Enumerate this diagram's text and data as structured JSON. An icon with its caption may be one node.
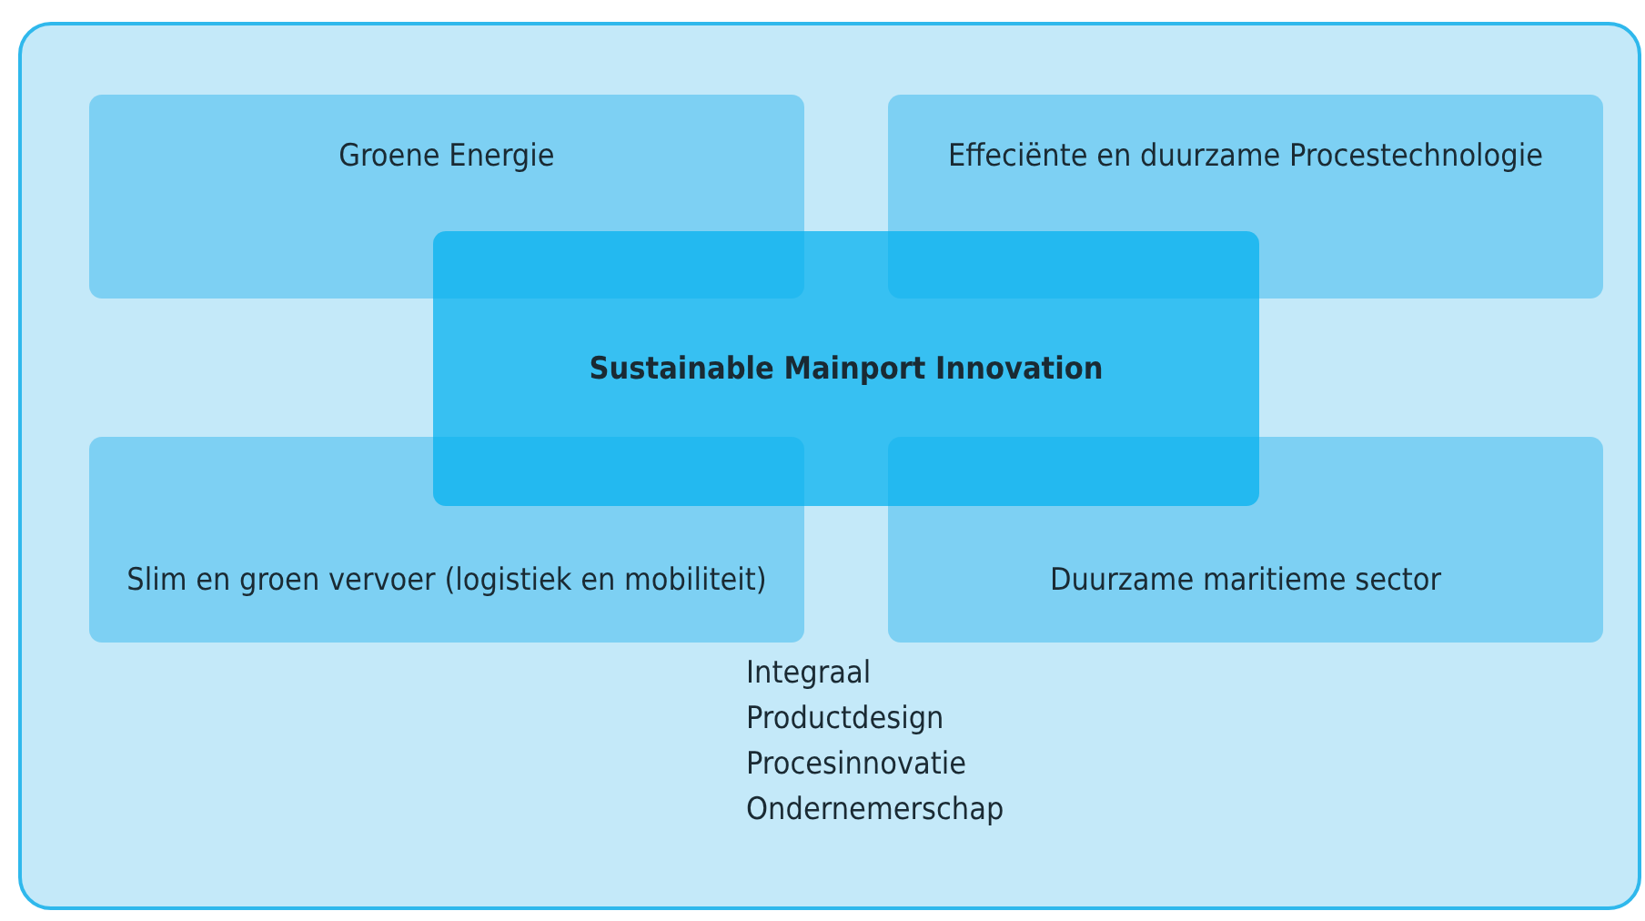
{
  "diagram": {
    "nodes": [
      {
        "text": [],
        "shape": "box"
      },
      {
        "text": [
          "Groene Energie"
        ],
        "in": 0
      },
      {
        "text": [
          "Effeciënte en duurzame Procestechnologie"
        ],
        "in": 0
      },
      {
        "text": [
          "Sustainable Mainport Innovation"
        ],
        "in": 0
      },
      {
        "text": [
          "Slim en groen vervoer (logistiek en mobiliteit)"
        ],
        "in": 0
      },
      {
        "text": [
          "Duurzame maritieme sector"
        ],
        "in": 0
      }
    ],
    "edges": [],
    "labels": [
      "Integraal",
      "Productdesign",
      "Procesinnovatie",
      "Ondernemerschap"
    ]
  }
}
